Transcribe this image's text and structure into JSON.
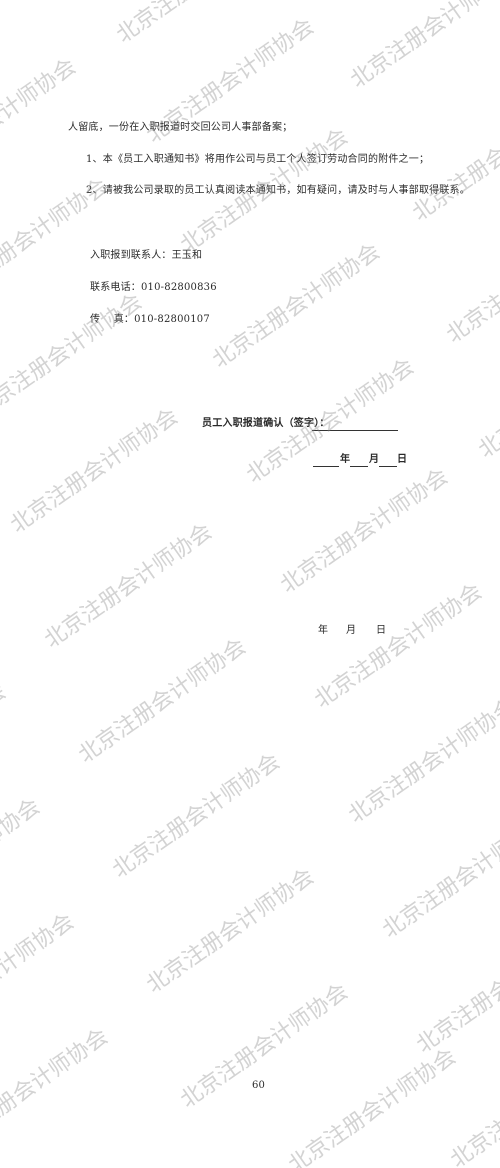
{
  "body": {
    "line1": "人留底，一份在入职报道时交回公司人事部备案；",
    "line2": "1、本《员工入职通知书》将用作公司与员工个人签订劳动合同的附件之一；",
    "line3": "2、请被我公司录取的员工认真阅读本通知书，如有疑问，请及时与人事部取得联系。"
  },
  "contact": {
    "person": "入职报到联系人：王玉和",
    "phone": "联系电话：010-82800836",
    "fax_label": "传    真：",
    "fax_number": "010-82800107"
  },
  "confirm": {
    "label": "员工入职报道确认（签字）：",
    "year": "年",
    "month": "月",
    "day": "日"
  },
  "date2": {
    "year": "年",
    "month": "月",
    "day": "日"
  },
  "page_number": "60",
  "watermark": "北京注册会计师协会"
}
